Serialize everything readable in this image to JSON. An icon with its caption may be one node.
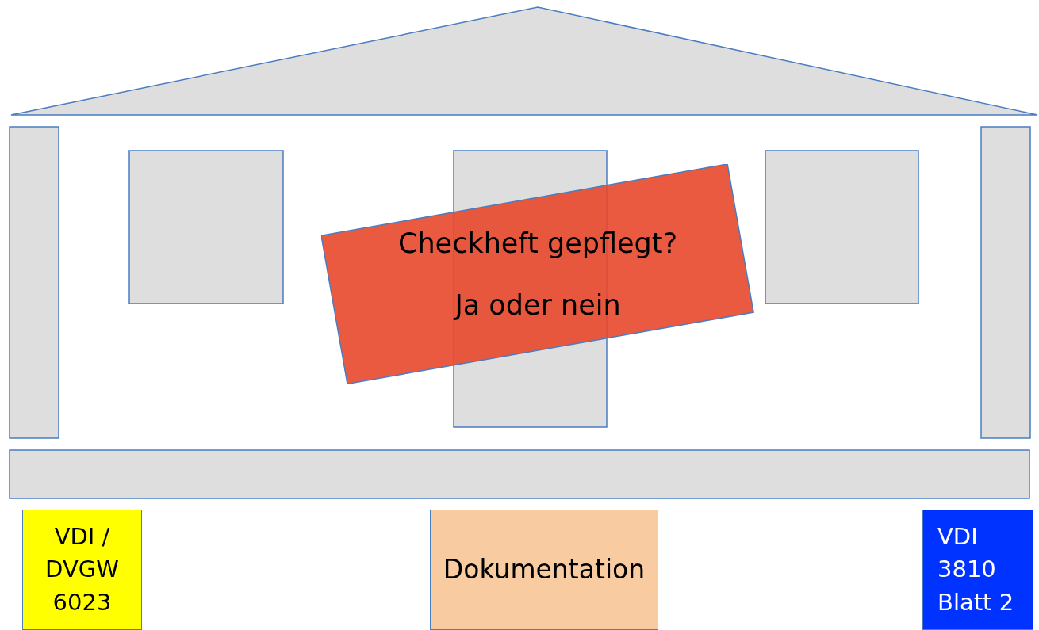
{
  "diagram": {
    "nodes": [
      {
        "text": [
          "Checkheft gepflegt?",
          "Ja oder nein"
        ]
      },
      {
        "text": [
          "VDI / DVGW 6023"
        ]
      },
      {
        "text": [
          "Dokumentation"
        ]
      },
      {
        "text": [
          "VDI 3810 Blatt 2"
        ]
      }
    ]
  }
}
